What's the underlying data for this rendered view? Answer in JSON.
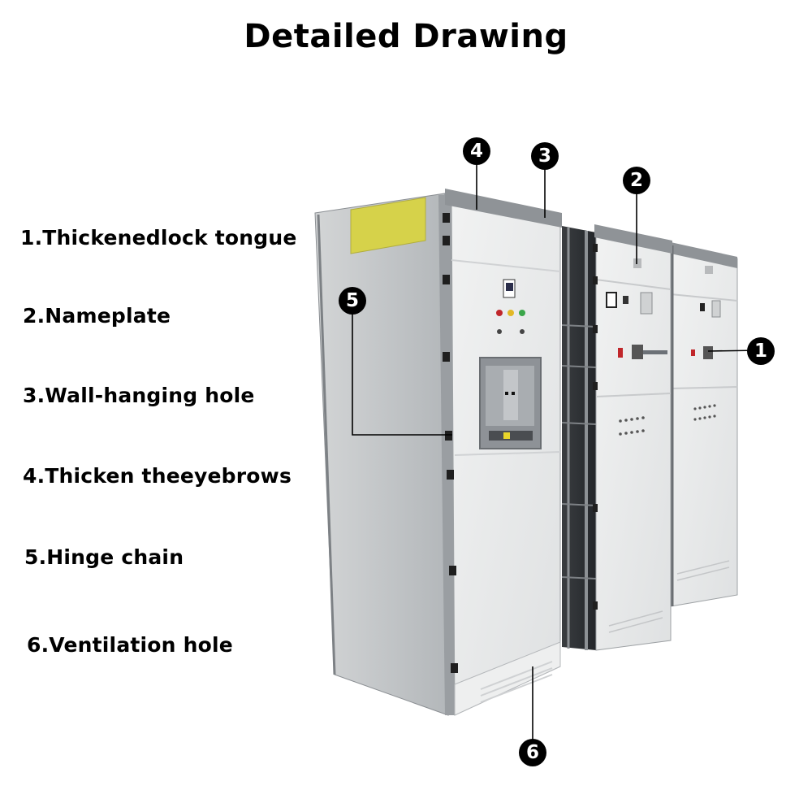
{
  "title": "Detailed Drawing",
  "legend": [
    {
      "number": "1",
      "label": "1.Thickenedlock tongue"
    },
    {
      "number": "2",
      "label": "2.Nameplate"
    },
    {
      "number": "3",
      "label": "3.Wall-hanging hole"
    },
    {
      "number": "4",
      "label": "4.Thicken theeyebrows"
    },
    {
      "number": "5",
      "label": "5.Hinge chain"
    },
    {
      "number": "6",
      "label": "6.Ventilation hole"
    }
  ],
  "callouts": [
    {
      "number": "1",
      "target": "lock-tongue"
    },
    {
      "number": "2",
      "target": "nameplate"
    },
    {
      "number": "3",
      "target": "wall-hanging-hole"
    },
    {
      "number": "4",
      "target": "eyebrow"
    },
    {
      "number": "5",
      "target": "hinge"
    },
    {
      "number": "6",
      "target": "ventilation-hole"
    }
  ],
  "colors": {
    "cabinet_side": "#bfc2c4",
    "cabinet_front": "#e9eaea",
    "top_strip": "#8e9296",
    "label_panel": "#d6d24a",
    "badge": "#000000"
  }
}
